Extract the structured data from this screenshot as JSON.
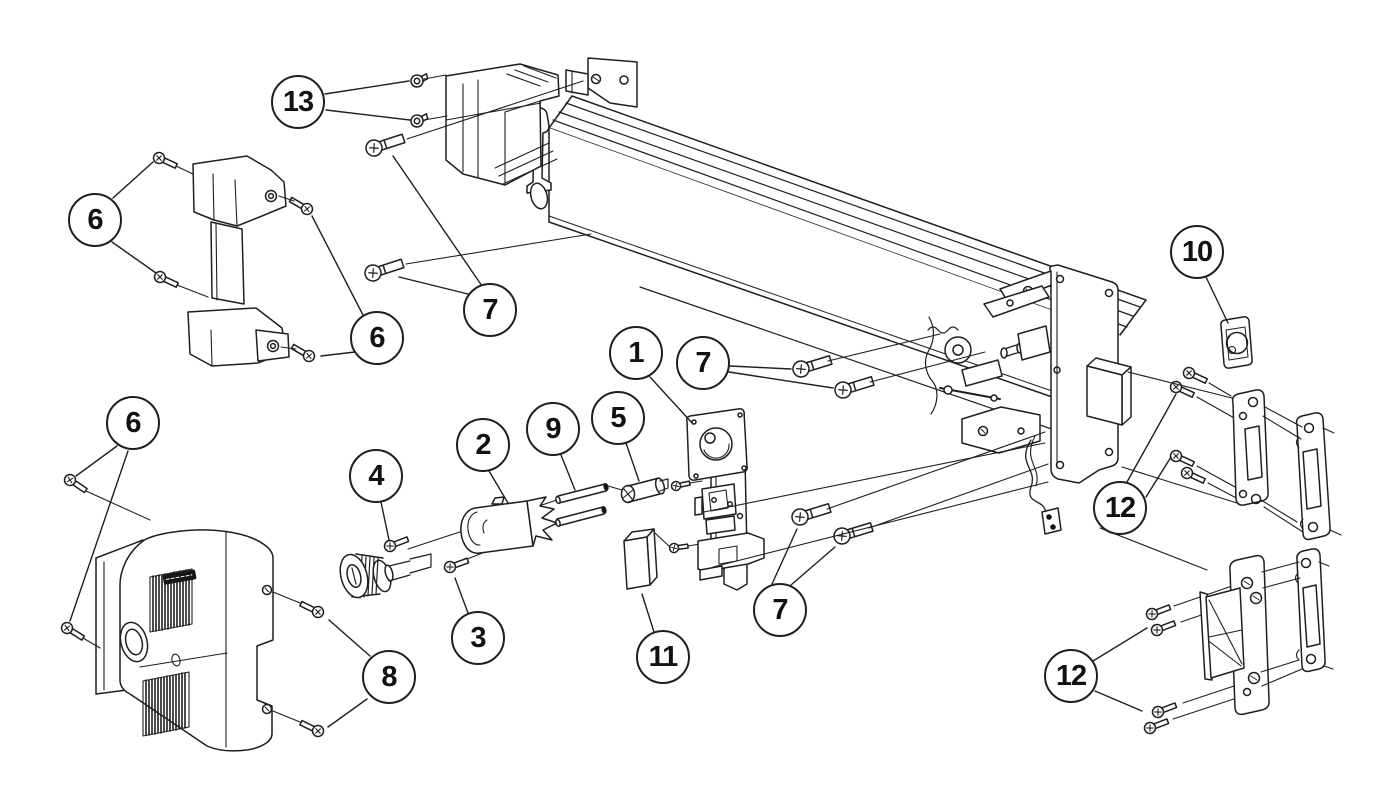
{
  "page": {
    "background": "#ffffff",
    "line_color": "#1f1f1f"
  },
  "diagram": {
    "type": "exploded-parts-diagram",
    "callouts": [
      {
        "name": "callout-1",
        "number": "1"
      },
      {
        "name": "callout-2",
        "number": "2"
      },
      {
        "name": "callout-3",
        "number": "3"
      },
      {
        "name": "callout-4",
        "number": "4"
      },
      {
        "name": "callout-5",
        "number": "5"
      },
      {
        "name": "callout-6-upper-left",
        "number": "6"
      },
      {
        "name": "callout-6-mid",
        "number": "6"
      },
      {
        "name": "callout-6-lower-left",
        "number": "6"
      },
      {
        "name": "callout-7-upper",
        "number": "7"
      },
      {
        "name": "callout-7-mid",
        "number": "7"
      },
      {
        "name": "callout-7-lower",
        "number": "7"
      },
      {
        "name": "callout-8",
        "number": "8"
      },
      {
        "name": "callout-9",
        "number": "9"
      },
      {
        "name": "callout-10",
        "number": "10"
      },
      {
        "name": "callout-11",
        "number": "11"
      },
      {
        "name": "callout-12-upper",
        "number": "12"
      },
      {
        "name": "callout-12-lower",
        "number": "12"
      },
      {
        "name": "callout-13",
        "number": "13"
      }
    ]
  }
}
